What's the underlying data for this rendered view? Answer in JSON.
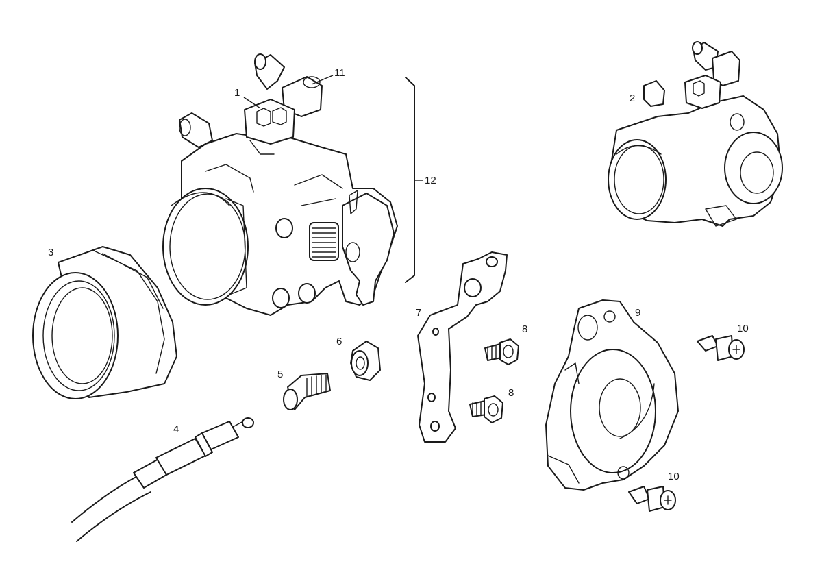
{
  "callouts": {
    "c1": "1",
    "c2": "2",
    "c3": "3",
    "c4": "4",
    "c5": "5",
    "c6": "6",
    "c7": "7",
    "c8a": "8",
    "c8b": "8",
    "c9": "9",
    "c10a": "10",
    "c10b": "10",
    "c11": "11",
    "c12": "12"
  }
}
